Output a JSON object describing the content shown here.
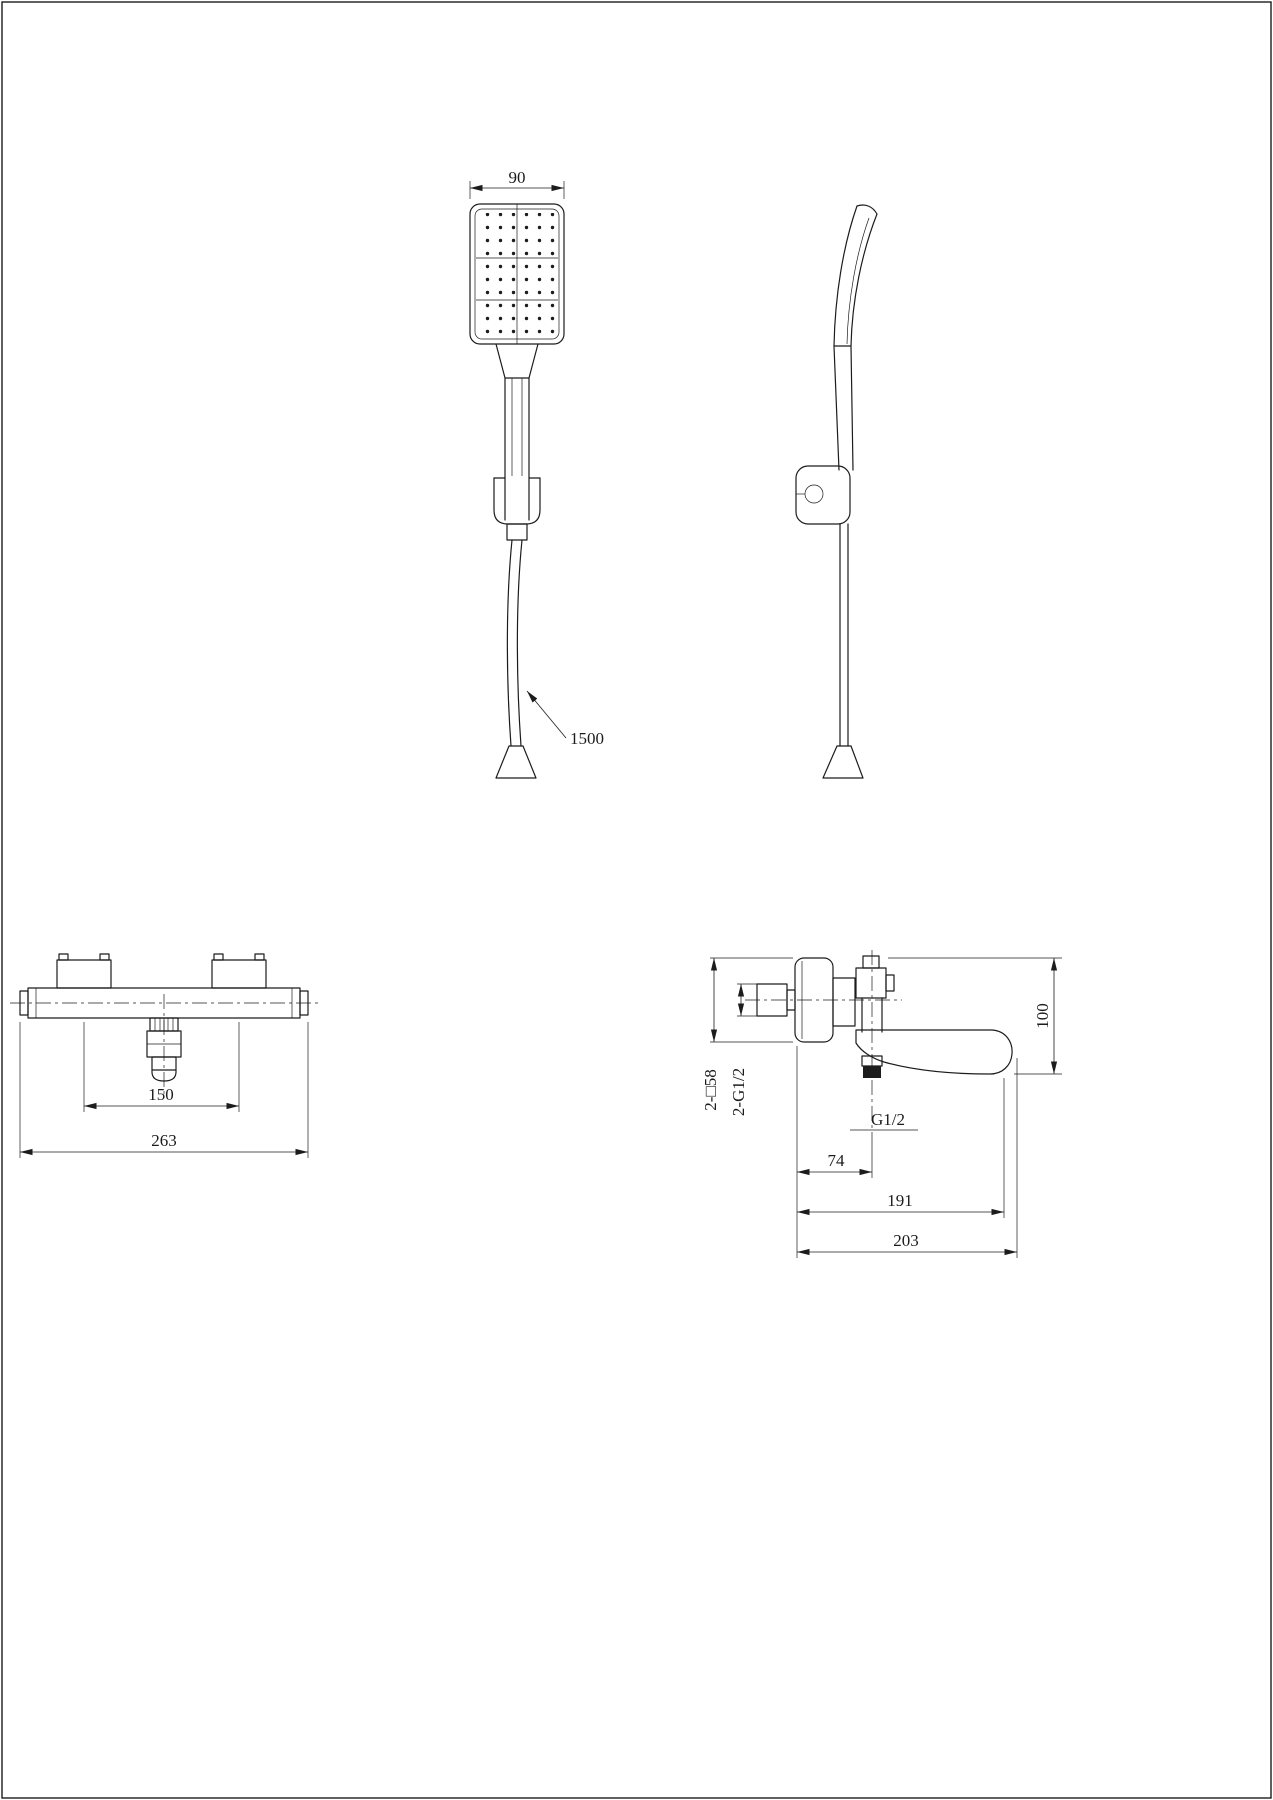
{
  "colors": {
    "background": "#ffffff",
    "line": "#1c1c1c"
  },
  "dims": {
    "handshower": {
      "head_width": "90",
      "hose_length": "1500"
    },
    "mixer_front": {
      "inlet_spacing": "150",
      "overall_width": "263"
    },
    "mixer_side": {
      "height": "100",
      "mount_square": "2-□58",
      "inlet_thread": "2-G1/2",
      "outlet_thread": "G1/2",
      "outlet_offset": "74",
      "spout_reach": "191",
      "overall_depth": "203"
    }
  }
}
